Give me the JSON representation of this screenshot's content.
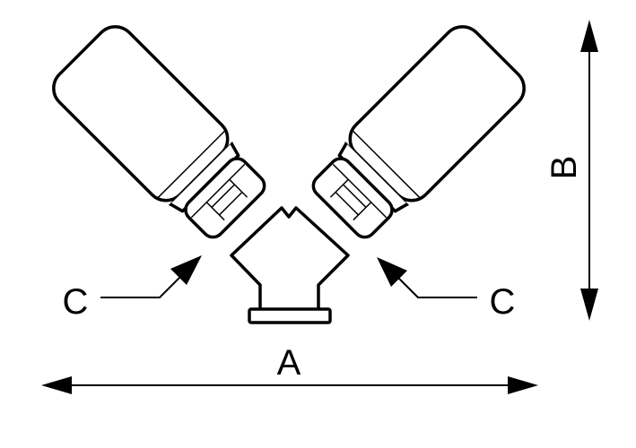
{
  "diagram": {
    "labels": {
      "width": "A",
      "height": "B",
      "connection_left": "C",
      "connection_right": "C"
    },
    "line_color": "#000000",
    "background": "#ffffff"
  }
}
